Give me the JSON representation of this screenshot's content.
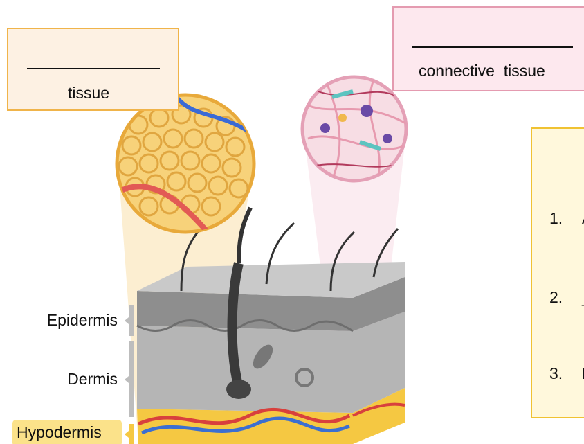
{
  "boxes": {
    "left_box": {
      "blank": "",
      "caption": "tissue"
    },
    "right_box": {
      "blank": "",
      "caption": "connective  tissue"
    }
  },
  "info_panel": {
    "items": [
      {
        "num": "1.",
        "text": "A"
      },
      {
        "num": "2.",
        "text": "_"
      },
      {
        "num": "3.",
        "text": "F"
      }
    ]
  },
  "layers": {
    "epidermis": "Epidermis",
    "dermis": "Dermis",
    "hypodermis": "Hypodermis"
  },
  "colors": {
    "left_box_fill": "#fdf1e3",
    "left_box_border": "#f0b44a",
    "right_box_fill": "#fde8ee",
    "right_box_border": "#e49bb0",
    "info_fill": "#fff8dc",
    "info_border": "#f0c232",
    "hypodermis_highlight": "#fbe28a"
  }
}
